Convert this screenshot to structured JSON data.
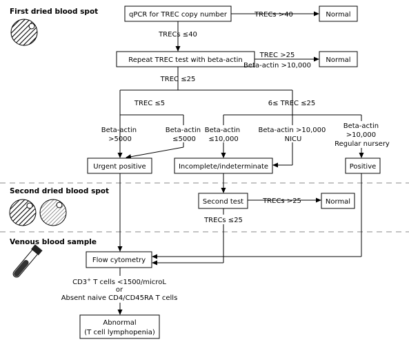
{
  "sections": {
    "first": "First dried blood spot",
    "second": "Second dried blood spot",
    "venous": "Venous blood sample"
  },
  "boxes": {
    "qpcr": "qPCR for TREC copy number",
    "normal1": "Normal",
    "repeat": "Repeat TREC test with beta-actin",
    "normal2": "Normal",
    "urgent": "Urgent positive",
    "incomplete": "Incomplete/indeterminate",
    "positive": "Positive",
    "second_test": "Second test",
    "normal3": "Normal",
    "flow": "Flow cytometry",
    "abnormal_line1": "Abnormal",
    "abnormal_line2": "(T cell lymphopenia)"
  },
  "labels": {
    "trecs_gt40": "TRECs >40",
    "trecs_le40": "TRECs ≤40",
    "trec_gt25": "TREC >25",
    "beta_gt10000_a": "Beta-actin >10,000",
    "trec_le25": "TREC ≤25",
    "trec_le5": "TREC ≤5",
    "trec_6_25": "6≤ TREC ≤25",
    "beta_gt5000_l1": "Beta-actin",
    "beta_gt5000_l2": ">5000",
    "beta_le5000_l1": "Beta-actin",
    "beta_le5000_l2": "≤5000",
    "beta_le10000_l1": "Beta-actin",
    "beta_le10000_l2": "≤10,000",
    "nicu_l1": "Beta-actin >10,000",
    "nicu_l2": "NICU",
    "nursery_l1": "Beta-actin",
    "nursery_l2": ">10,000",
    "nursery_l3": "Regular nursery",
    "trecs_gt25": "TRECs >25",
    "trecs_le25": "TRECs ≤25",
    "cd3_l1_pre": "CD3",
    "cd3_sup": "+",
    "cd3_l1_post": " T cells <1500/microL",
    "cd3_l2": "or",
    "cd3_l3": "Absent naive CD4/CD45RA T cells"
  },
  "icons": [
    "blood-spot-card-icon",
    "blood-spot-pair-icon",
    "blood-tube-icon"
  ]
}
